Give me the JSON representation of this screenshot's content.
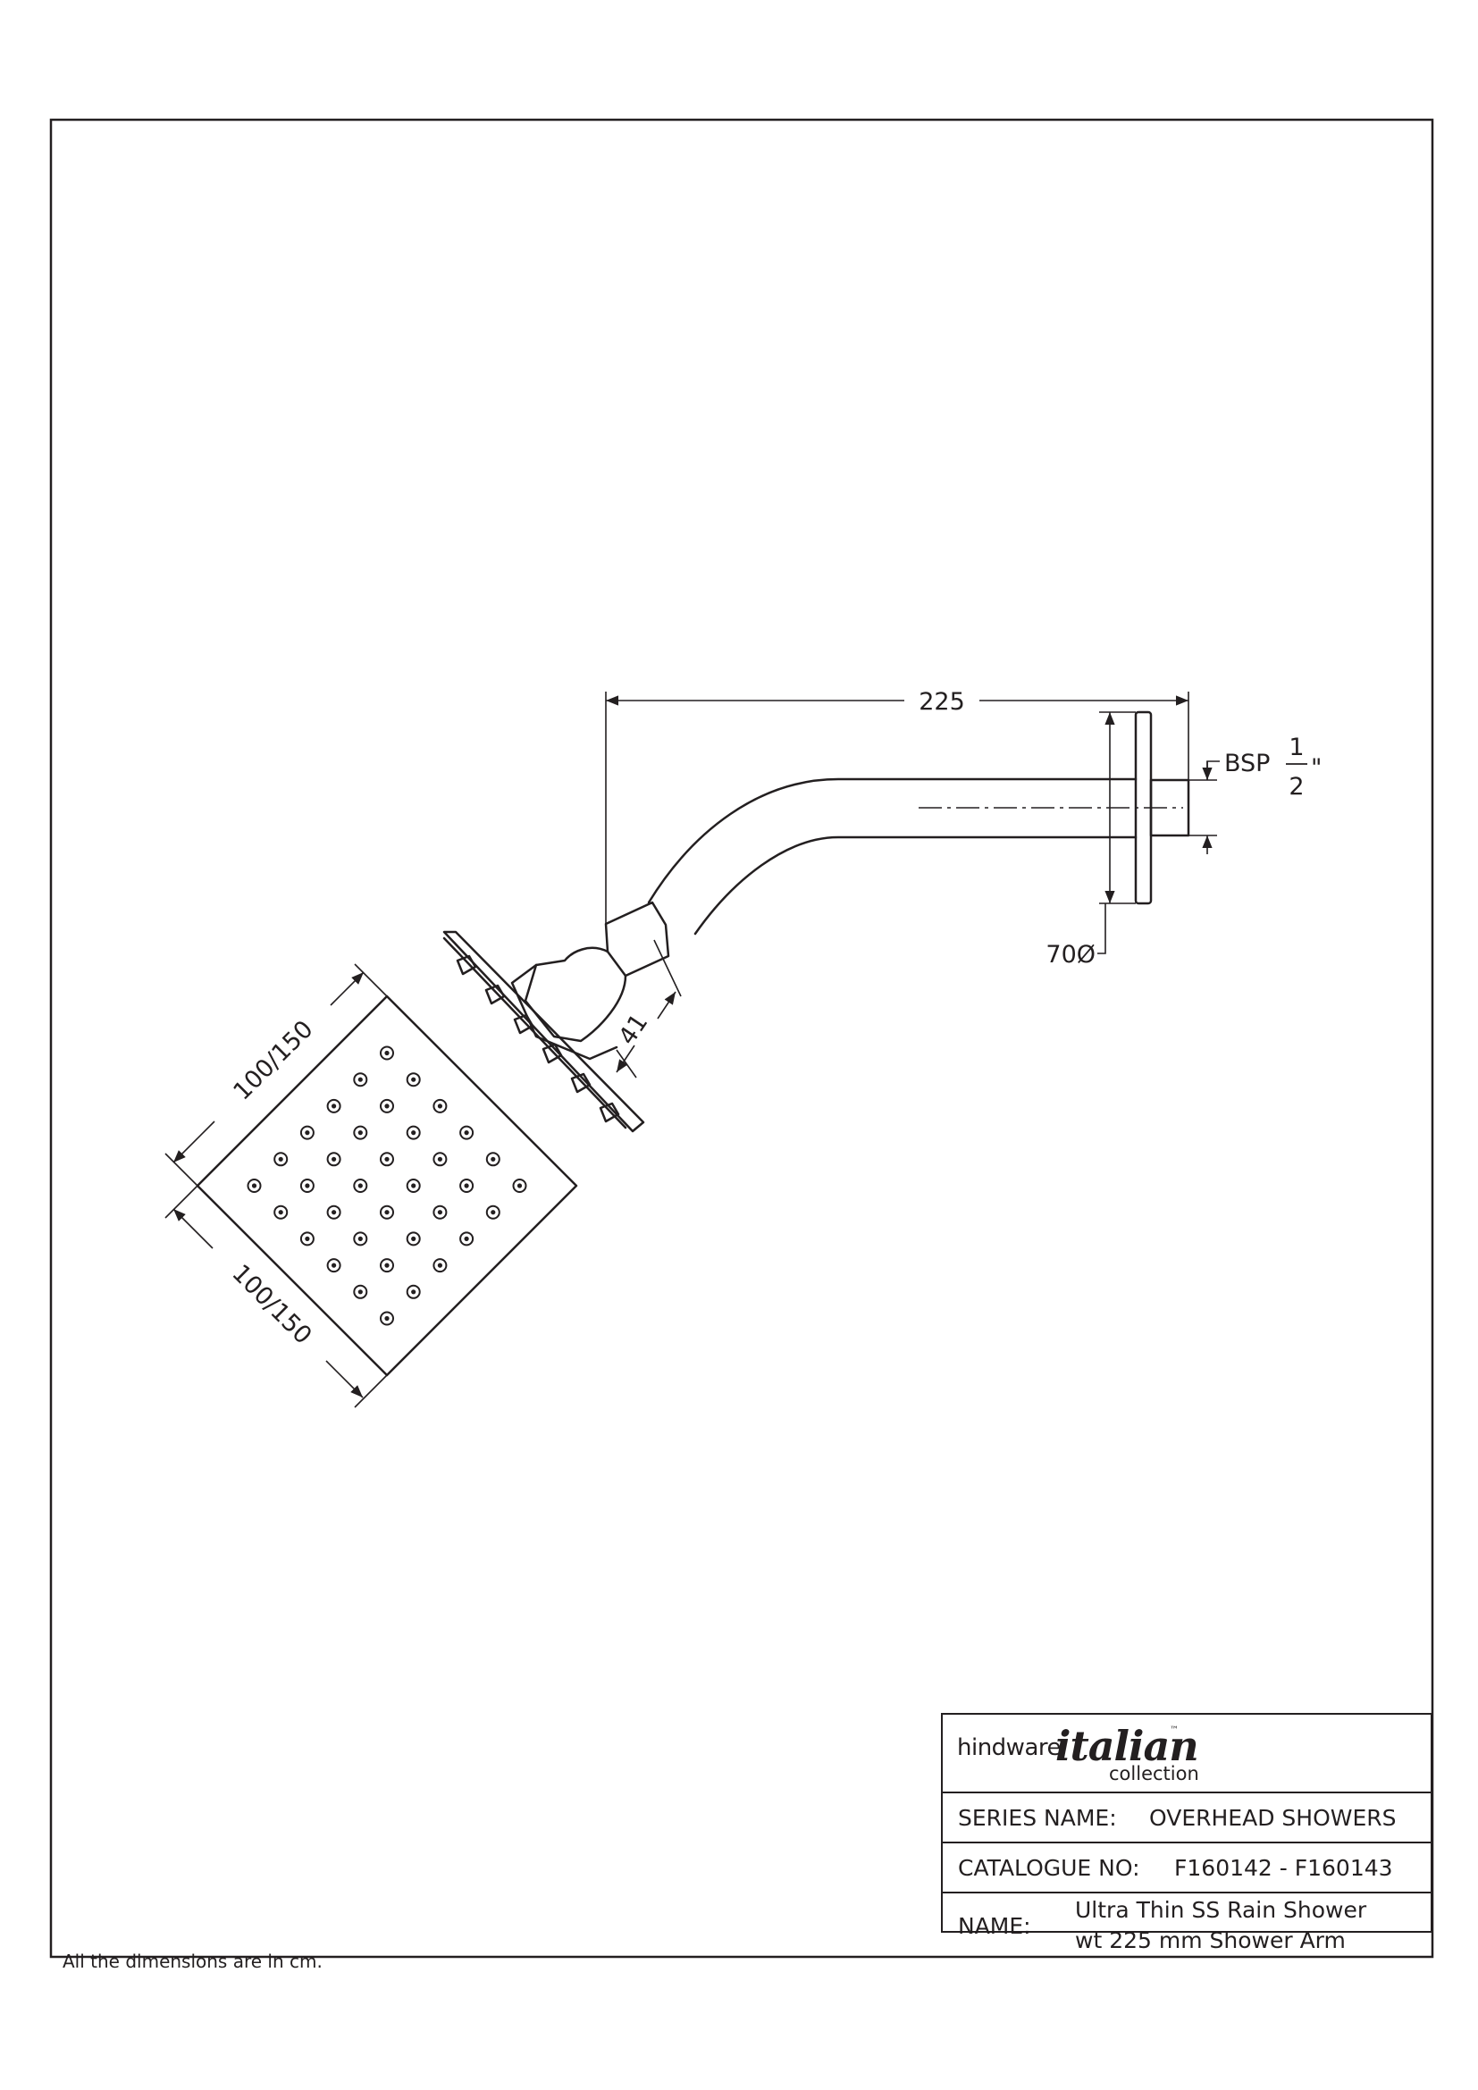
{
  "dimensions": {
    "arm_length": "225",
    "thread_prefix": "BSP",
    "thread_num": "1",
    "thread_den": "2",
    "thread_unit": "\"",
    "flange_diameter": "70Ø",
    "joint_length": "41",
    "head_width": "100/150",
    "head_depth": "100/150"
  },
  "title_block": {
    "brand_name": "hindware",
    "brand_script": "italian",
    "brand_tm": "™",
    "brand_sub": "collection",
    "series_label": "SERIES NAME:",
    "series_value": "OVERHEAD SHOWERS",
    "catalogue_label": "CATALOGUE NO:",
    "catalogue_value": "F160142 - F160143",
    "name_label": "NAME:",
    "name_line1": "Ultra Thin SS Rain Shower",
    "name_line2": "wt 225 mm Shower Arm"
  },
  "footer_note": "All the dimensions are in cm."
}
